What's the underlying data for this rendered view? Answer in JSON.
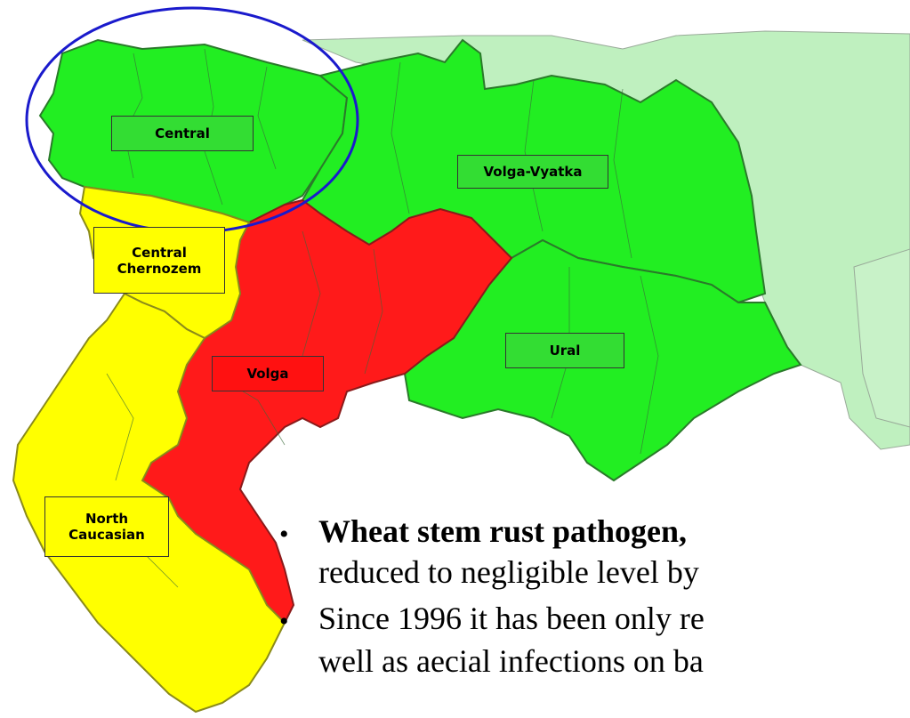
{
  "regions": {
    "central": {
      "label": "Central",
      "status_color": "#33dd33"
    },
    "volga_vyatka": {
      "label": "Volga-Vyatka",
      "status_color": "#33dd33"
    },
    "central_chernozem": {
      "label_line1": "Central",
      "label_line2": "Chernozem",
      "status_color": "#ffff00"
    },
    "volga": {
      "label": "Volga",
      "status_color": "#ff1111"
    },
    "ural": {
      "label": "Ural",
      "status_color": "#33dd33"
    },
    "north_caucasian": {
      "label_line1": "North",
      "label_line2": "Caucasian",
      "status_color": "#ffff00"
    }
  },
  "highlight": {
    "region": "Central",
    "ring_color": "#1a1acc"
  },
  "bullets": [
    {
      "bold": "Wheat stem rust pathogen, ",
      "text": "reduced to negligible level by"
    },
    {
      "bold": "",
      "text": "Since 1996 it has been only re",
      "text2": "well as aecial infections on ba"
    }
  ]
}
